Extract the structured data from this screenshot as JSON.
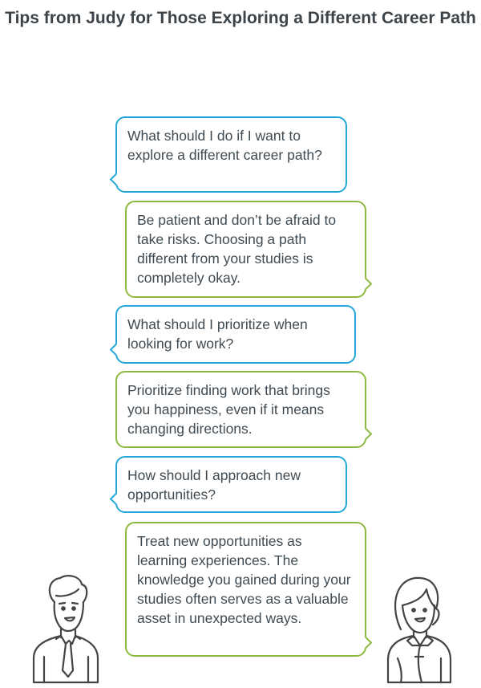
{
  "title": "Tips from Judy for Those Exploring a Different Career Path",
  "colors": {
    "question": "#22a8d8",
    "answer": "#8dba3c",
    "text": "#3f4a52"
  },
  "messages": [
    {
      "role": "question",
      "text": "What should I do if I want to explore a different career path?"
    },
    {
      "role": "answer",
      "text": "Be patient and don’t be afraid to take risks. Choosing a path different from your studies is completely okay."
    },
    {
      "role": "question",
      "text": "What should I prioritize when looking for work?"
    },
    {
      "role": "answer",
      "text": "Prioritize finding work that brings you happiness, even if it means changing directions."
    },
    {
      "role": "question",
      "text": "How should I approach new opportunities?"
    },
    {
      "role": "answer",
      "text": "Treat new opportunities as learning experiences. The knowledge you gained during your studies often serves as a valuable asset in unexpected ways."
    }
  ],
  "icons": {
    "left": "man-avatar-icon",
    "right": "woman-avatar-icon"
  }
}
